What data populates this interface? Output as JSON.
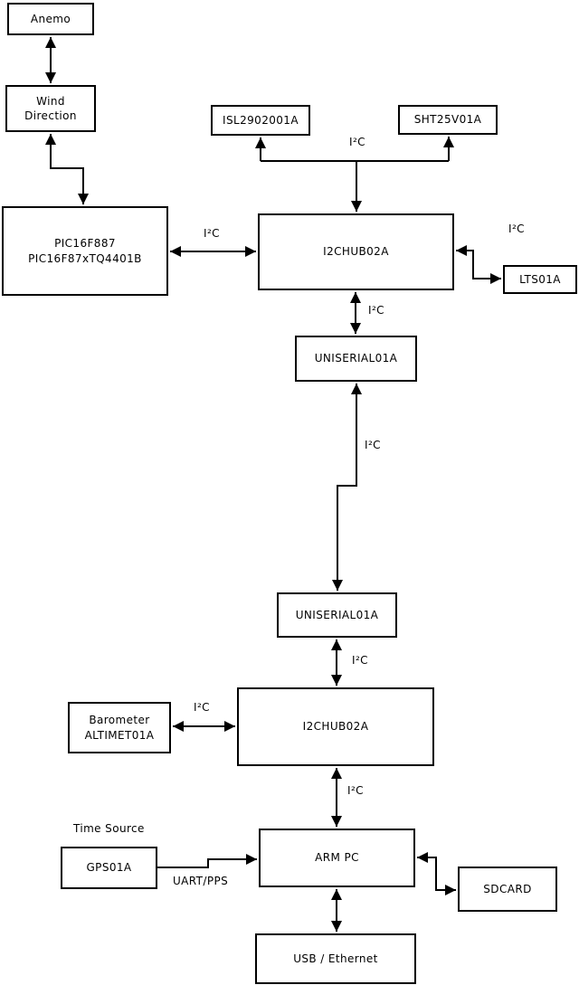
{
  "diagram": {
    "nodes": {
      "anemo": {
        "label": "Anemo"
      },
      "wind_direction": {
        "label": "Wind\nDirection"
      },
      "pic": {
        "label": "PIC16F887\nPIC16F87xTQ4401B"
      },
      "isl": {
        "label": "ISL2902001A"
      },
      "sht": {
        "label": "SHT25V01A"
      },
      "i2c_hub_top": {
        "label": "I2CHUB02A"
      },
      "lts": {
        "label": "LTS01A"
      },
      "uniserial_top": {
        "label": "UNISERIAL01A"
      },
      "uniserial_bottom": {
        "label": "UNISERIAL01A"
      },
      "i2c_hub_bottom": {
        "label": "I2CHUB02A"
      },
      "barometer": {
        "label": "Barometer\nALTIMET01A"
      },
      "arm_pc": {
        "label": "ARM PC"
      },
      "gps": {
        "label": "GPS01A"
      },
      "sdcard": {
        "label": "SDCARD"
      },
      "usb_ethernet": {
        "label": "USB / Ethernet"
      }
    },
    "labels": {
      "i2c": "I²C",
      "uart_pps": "UART/PPS",
      "time_source": "Time Source"
    },
    "colors": {
      "line": "#000000",
      "box_border": "#000000",
      "box_fill": "#ffffff",
      "background": "#ffffff",
      "text": "#000000"
    }
  }
}
